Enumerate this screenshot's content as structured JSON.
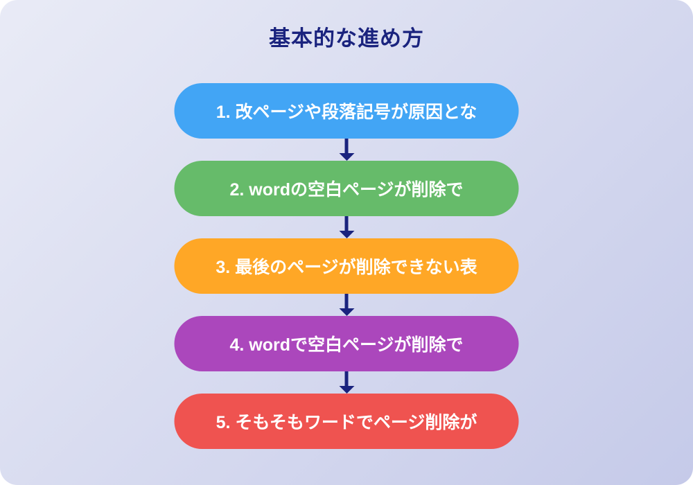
{
  "title": "基本的な進め方",
  "colors": {
    "background_start": "#e9ebf6",
    "background_end": "#c5cae9",
    "navy": "#1a237e",
    "step_text": "#ffffff"
  },
  "steps": [
    {
      "label": "1. 改ページや段落記号が原因とな",
      "color": "#42a5f5"
    },
    {
      "label": "2. wordの空白ページが削除で",
      "color": "#66bb6a"
    },
    {
      "label": "3. 最後のページが削除できない表",
      "color": "#ffa726"
    },
    {
      "label": "4. wordで空白ページが削除で",
      "color": "#ab47bc"
    },
    {
      "label": "5. そもそもワードでページ削除が",
      "color": "#ef5350"
    }
  ]
}
